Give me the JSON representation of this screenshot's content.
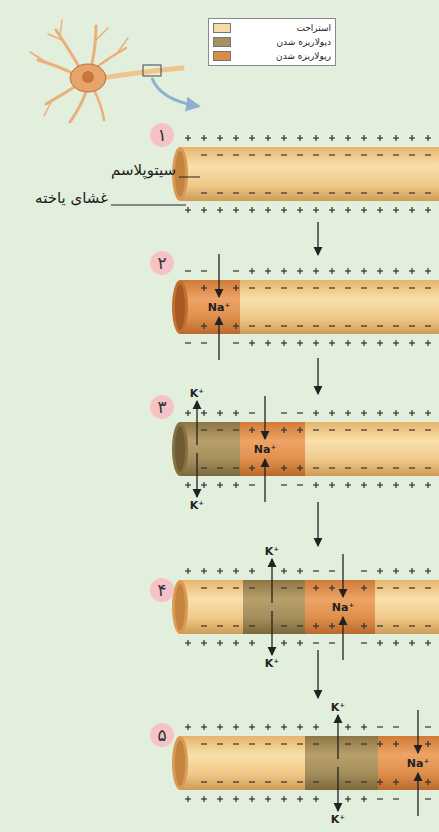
{
  "diagram": {
    "labels": [
      "۱",
      "سیتوپلاسم",
      "غشای یاخته",
      "۲",
      "Na⁺",
      "۳",
      "K⁺",
      "Na⁺",
      "K⁺",
      "۴",
      "K⁺",
      "Na⁺",
      "K⁺",
      "۵",
      "K⁺",
      "Na⁺",
      "K⁺"
    ],
    "legend": [
      {
        "text": "استراحت",
        "color": "#f6dba5"
      },
      {
        "text": "دپولاریزه شدن",
        "color": "#a89160"
      },
      {
        "text": "رپولاریزه شدن",
        "color": "#d98b48"
      }
    ]
  }
}
